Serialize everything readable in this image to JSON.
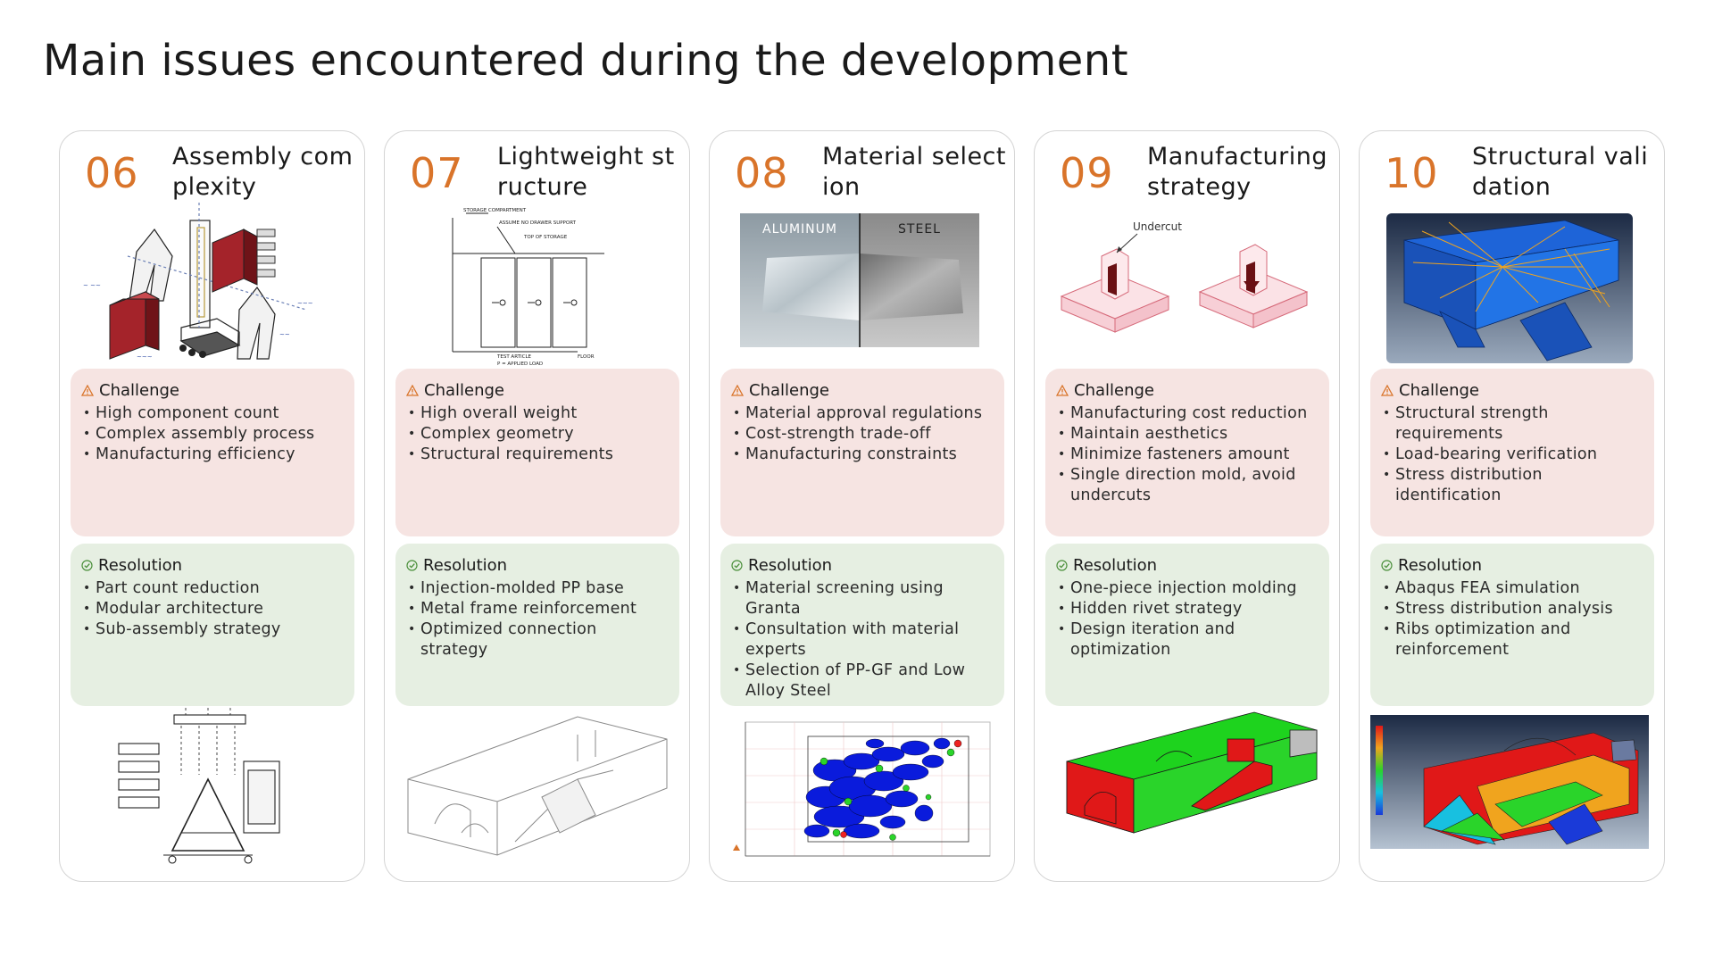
{
  "title": "Main issues encountered during the development",
  "labels": {
    "challenge": "Challenge",
    "resolution": "Resolution",
    "aluminum": "ALUMINUM",
    "steel": "STEEL",
    "undercut": "Undercut"
  },
  "colors": {
    "accent": "#d9742a",
    "challenge_bg": "#f6e4e2",
    "resolution_bg": "#e6efe2"
  },
  "cards": [
    {
      "num": "06",
      "title": "Assembly complexity",
      "challenges": [
        "High  component count",
        "Complex assembly process",
        "Manufacturing efficiency"
      ],
      "resolutions": [
        "Part count reduction",
        "Modular architecture",
        "Sub-assembly strategy"
      ]
    },
    {
      "num": "07",
      "title": "Lightweight structure",
      "challenges": [
        "High overall weight",
        "Complex geometry",
        "Structural requirements"
      ],
      "resolutions": [
        "Injection-molded PP base",
        "Metal frame reinforcement",
        "Optimized connection strategy"
      ]
    },
    {
      "num": "08",
      "title": "Material selection",
      "challenges": [
        "Material approval regulations",
        "Cost-strength trade-off",
        "Manufacturing constraints"
      ],
      "resolutions": [
        "Material screening using Granta",
        "Consultation with material experts",
        "Selection of PP-GF and Low Alloy Steel"
      ]
    },
    {
      "num": "09",
      "title": "Manufacturing strategy",
      "challenges": [
        "Manufacturing cost reduction",
        "Maintain aesthetics",
        "Minimize fasteners amount",
        "Single direction mold, avoid undercuts"
      ],
      "resolutions": [
        "One-piece injection molding",
        "Hidden rivet strategy",
        "Design iteration and optimization"
      ]
    },
    {
      "num": "10",
      "title": "Structural validation",
      "challenges": [
        "Structural strength requirements",
        "Load-bearing  verification",
        "Stress distribution identification"
      ],
      "resolutions": [
        "Abaqus FEA simulation",
        "Stress distribution analysis",
        "Ribs optimization and reinforcement"
      ]
    }
  ]
}
